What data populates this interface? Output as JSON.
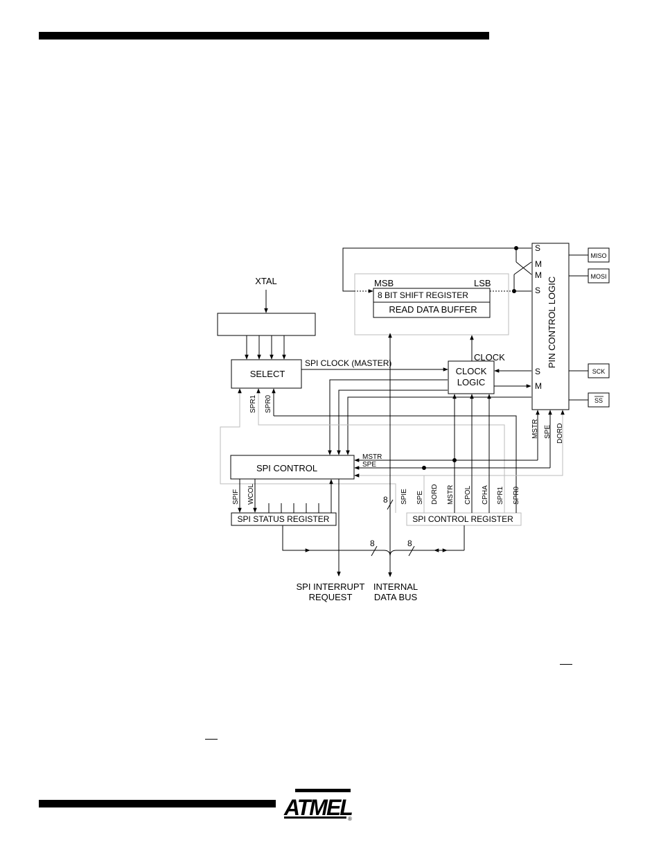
{
  "diagram": {
    "xtal": "XTAL",
    "divider_label": "",
    "select": "SELECT",
    "spi_clock_master": "SPI CLOCK (MASTER)",
    "clock_logic": [
      "CLOCK",
      "LOGIC"
    ],
    "clock": "CLOCK",
    "msb": "MSB",
    "lsb": "LSB",
    "shift_register": "8 BIT SHIFT REGISTER",
    "read_data_buffer": "READ DATA BUFFER",
    "pin_control_logic": "PIN CONTROL LOGIC",
    "pin_io_letters": [
      "S",
      "M",
      "M",
      "S"
    ],
    "pin_clk_letters": [
      "S",
      "M"
    ],
    "pins": [
      "MISO",
      "MOSI",
      "SCK",
      "SS"
    ],
    "spi_control": "SPI CONTROL",
    "mstr_in": "MSTR",
    "spe_in": "SPE",
    "vertical_to_pin": [
      "MSTR",
      "SPE",
      "DORD"
    ],
    "select_inputs": [
      "SPR1",
      "SPR0"
    ],
    "status_bits": [
      "SPIF",
      "WCOL"
    ],
    "status_register": "SPI STATUS REGISTER",
    "control_bits": [
      "SPIE",
      "SPE",
      "DORD",
      "MSTR",
      "CPOL",
      "CPHA",
      "SPR1",
      "SPR0"
    ],
    "control_register": "SPI CONTROL REGISTER",
    "bus_width": "8",
    "interrupt_request": [
      "SPI INTERRUPT",
      "REQUEST"
    ],
    "internal_data_bus": [
      "INTERNAL",
      "DATA BUS"
    ]
  },
  "logo": {
    "brand": "ATMEL",
    "registered": "®"
  }
}
